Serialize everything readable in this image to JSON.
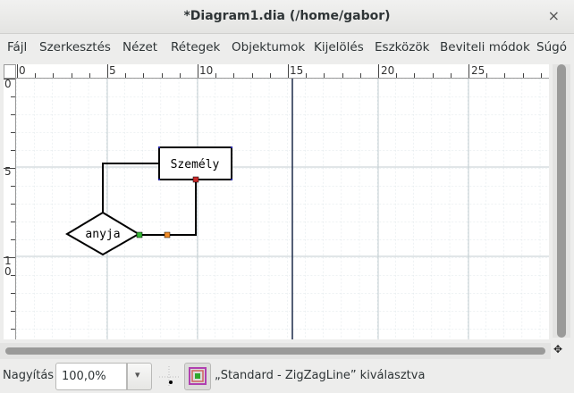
{
  "window": {
    "title": "*Diagram1.dia (/home/gabor)",
    "close_glyph": "×"
  },
  "menu": [
    "Fájl",
    "Szerkesztés",
    "Nézet",
    "Rétegek",
    "Objektumok",
    "Kijelölés",
    "Eszközök",
    "Beviteli módok",
    "Súgó"
  ],
  "rulers": {
    "horizontal": [
      "0",
      "5",
      "10",
      "15",
      "20",
      "25"
    ],
    "vertical": [
      "0",
      "5",
      "10"
    ]
  },
  "diagram": {
    "entity_label": "Személy",
    "relationship_label": "anyja"
  },
  "statusbar": {
    "zoom_label": "Nagyítás",
    "zoom_value": "100,0%",
    "dropdown_glyph": "▾",
    "message": "„Standard - ZigZagLine” kiválasztva"
  },
  "nav_glyph": "✥",
  "colors": {
    "grid_line": "#dde5e8",
    "major_grid": "#c8d2d6",
    "handle_green": "#34b434",
    "handle_orange": "#f08c28",
    "handle_red": "#c82828"
  }
}
